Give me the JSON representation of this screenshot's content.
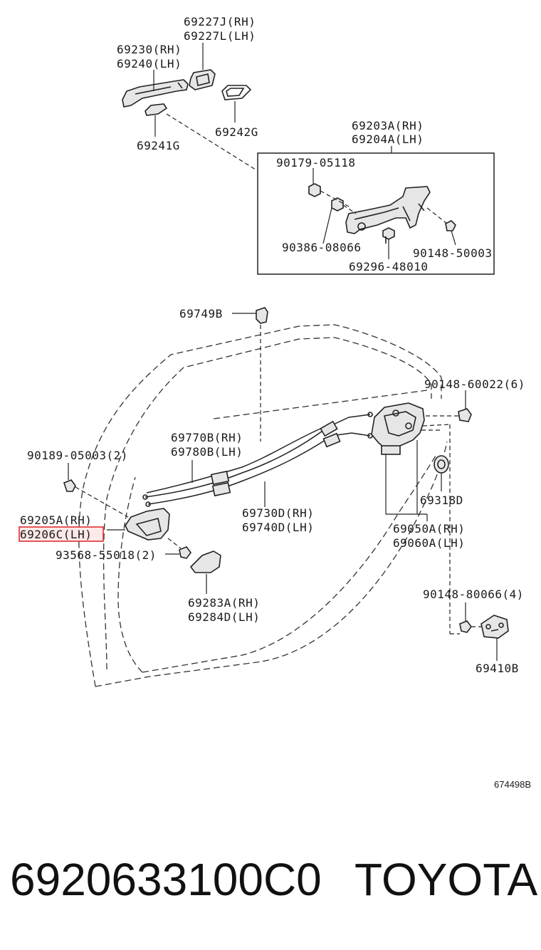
{
  "labels": {
    "p69227": [
      "69227J(RH)",
      "69227L(LH)"
    ],
    "p69230": [
      "69230(RH)",
      "69240(LH)"
    ],
    "p69242": "69242G",
    "p69241": "69241G",
    "p69203": [
      "69203A(RH)",
      "69204A(LH)"
    ],
    "p90179": "90179-05118",
    "p90386": "90386-08066",
    "p90148_50003": "90148-50003",
    "p69296": "69296-48010",
    "p69749": "69749B",
    "p90148_60022": "90148-60022(6)",
    "p69770": [
      "69770B(RH)",
      "69780B(LH)"
    ],
    "p90189": "90189-05003(2)",
    "p69205": [
      "69205A(RH)",
      "69206C(LH)"
    ],
    "p93568": "93568-55018(2)",
    "p69730": [
      "69730D(RH)",
      "69740D(LH)"
    ],
    "p69318": "69318D",
    "p69050": [
      "69050A(RH)",
      "69060A(LH)"
    ],
    "p69283": [
      "69283A(RH)",
      "69284D(LH)"
    ],
    "p90148_80066": "90148-80066(4)",
    "p69410": "69410B"
  },
  "figure_code": "674498B",
  "footer": {
    "part_number": "6920633100C0",
    "brand": "TOYOTA"
  },
  "highlight": {
    "label": "69206C(LH)",
    "color": "#e03030"
  }
}
